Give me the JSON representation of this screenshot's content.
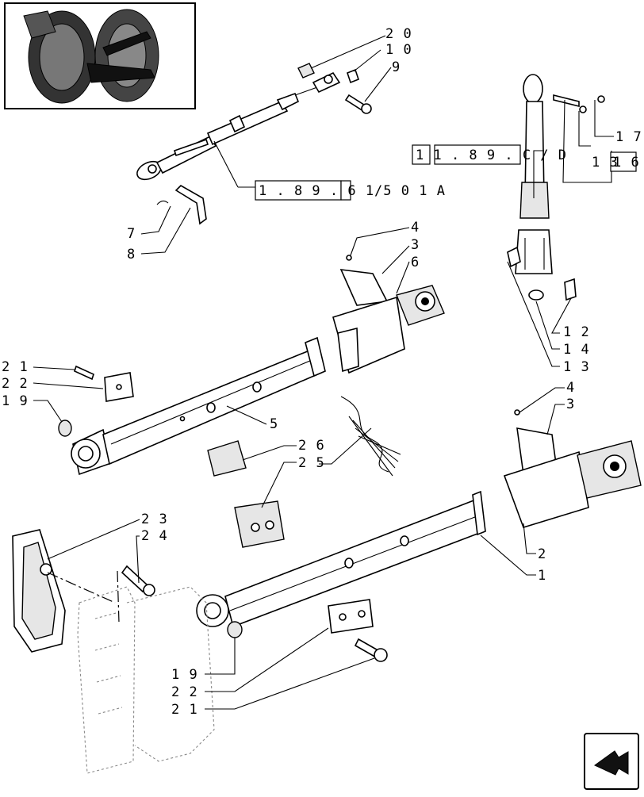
{
  "callouts": {
    "c20": "2 0",
    "c10": "1 0",
    "c9": "9",
    "c7": "7",
    "c8": "8",
    "c17": "1 7",
    "c4a": "4",
    "c3a": "3",
    "c6": "6",
    "c12": "1 2",
    "c14": "1 4",
    "c13": "1 3",
    "c21a": "2 1",
    "c22a": "2 2",
    "c19a": "1 9",
    "c5": "5",
    "c26": "2 6",
    "c25": "2 5",
    "c4b": "4",
    "c3b": "3",
    "c2": "2",
    "c1": "1",
    "c23": "2 3",
    "c24": "2 4",
    "c19b": "1 9",
    "c22b": "2 2",
    "c21b": "2 1"
  },
  "references": {
    "ref_top_link": "1 . 8 9 . 6 1/5 0 1 A",
    "ref_lift_rod": "1 1 . 8 9 . C / D",
    "ref_lift_rod_end": "1 6",
    "ref_lift_rod_prefix": "1 3"
  },
  "icons": {
    "thumbnail": "tractor-rear-thumbnail-icon",
    "navigation": "next-page-arrow-icon"
  }
}
